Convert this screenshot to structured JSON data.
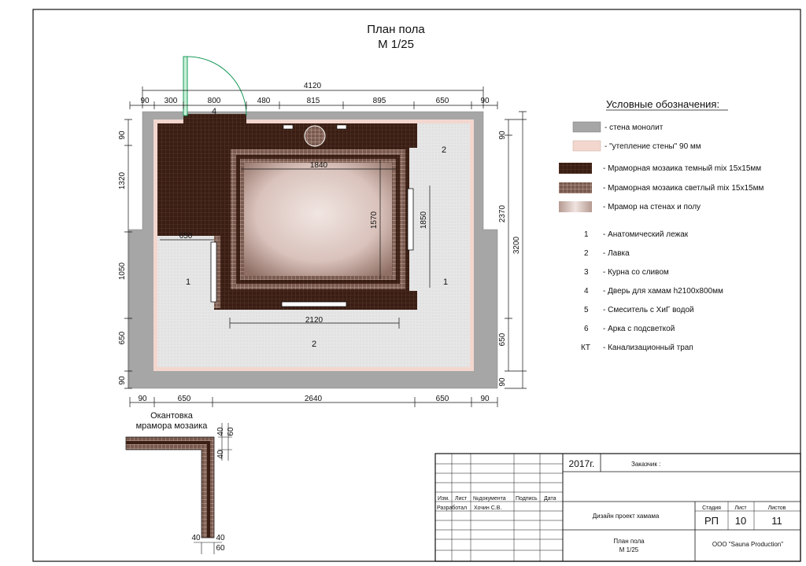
{
  "title": {
    "line1": "План пола",
    "line2": "М 1/25"
  },
  "dimensions": {
    "top_total": "4120",
    "top": [
      "90",
      "300",
      "800",
      "480",
      "815",
      "895",
      "650",
      "90"
    ],
    "door_label": "4",
    "left": [
      "90",
      "1320",
      "1050",
      "650",
      "90"
    ],
    "right_outer": "3200",
    "right_inner": "2370",
    "right_bottom": "650",
    "right_top": "90",
    "right_bottom_90": "90",
    "bottom": [
      "90",
      "650",
      "2640",
      "650",
      "90"
    ],
    "inner_top": "1840",
    "inner_bottom": "2120",
    "inner_left_h": "1570",
    "inner_right_h": "1850",
    "bench_left_w": "650"
  },
  "room_labels": {
    "bench_left": "1",
    "bench_right": "1",
    "bench_bottom": "2",
    "bench_top_right": "2"
  },
  "trim": {
    "caption1": "Окантовка",
    "caption2": "мрамора мозаика",
    "d40a": "40",
    "d60a": "60",
    "d40b": "40",
    "d40c": "40",
    "d40d": "40",
    "d60b": "60"
  },
  "legend": {
    "title": "Условные обозначения:",
    "swatches": [
      {
        "label": "- стена монолит",
        "color": "#a6a6a6"
      },
      {
        "label": "- \"утепление стены\" 90 мм",
        "color": "#f3d7cf"
      },
      {
        "label": "-  Мраморная мозаика темный  mix 15x15мм",
        "color": "#3a1e14"
      },
      {
        "label": "-  Мраморная мозаика светлый mix 15x15мм",
        "color": "#8c6a5e"
      },
      {
        "label": "-  Мрамор на стенах и полу",
        "color": "#d9c4bd"
      }
    ],
    "items": [
      {
        "num": "1",
        "label": "-  Анатомический лежак"
      },
      {
        "num": "2",
        "label": "-  Лавка"
      },
      {
        "num": "3",
        "label": "-  Курна со сливом"
      },
      {
        "num": "4",
        "label": "-  Дверь для хамам h2100x800мм"
      },
      {
        "num": "5",
        "label": "-  Смеситель с ХиГ водой"
      },
      {
        "num": "6",
        "label": "-      Арка с подсветкой"
      },
      {
        "num": "КТ",
        "label": "-   Канализационный трап"
      }
    ]
  },
  "stamp": {
    "year": "2017г.",
    "customer": "Заказчик :",
    "cols": [
      "Изм.",
      "Лист",
      "№документа",
      "Подпись",
      "Дата"
    ],
    "developed": "Разработал",
    "developer": "Хочин С.В.",
    "project": "Дизайн проект  хамама",
    "stage_h": "Стадия",
    "sheet_h": "Лист",
    "sheets_h": "Листов",
    "stage": "РП",
    "sheet": "10",
    "sheets": "11",
    "drawing": "План пола",
    "scale": "М 1/25",
    "company": "ООО \"Sauna Production\""
  }
}
